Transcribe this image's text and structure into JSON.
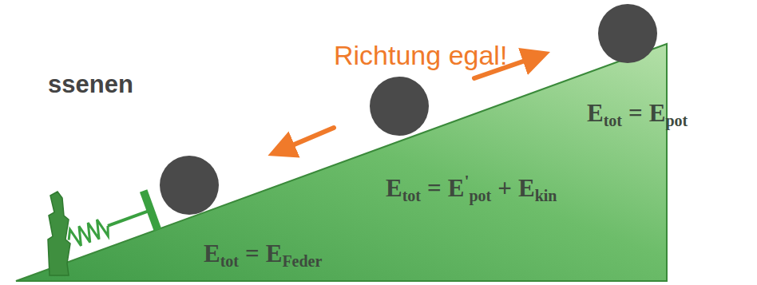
{
  "diagram": {
    "labels": [
      "ssenen",
      "Richtung egal!",
      "E",
      "tot",
      "=",
      "E",
      "pot",
      "E",
      "tot",
      "=",
      "E",
      "'",
      "pot",
      "+",
      "E",
      "kin",
      "E",
      "tot",
      "=",
      "E",
      "Feder"
    ]
  }
}
